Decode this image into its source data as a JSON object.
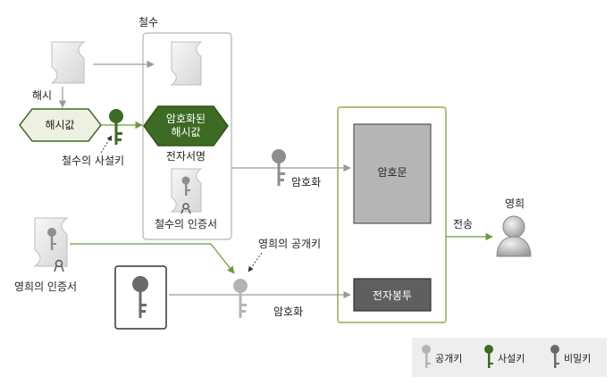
{
  "cheolsu": {
    "title": "철수",
    "hash_label": "해시",
    "hash_value": "해시값",
    "encrypted_hash_line1": "암호화된",
    "encrypted_hash_line2": "해시값",
    "signature": "전자서명",
    "private_key": "철수의 사설키",
    "certificate": "철수의 인증서"
  },
  "flow": {
    "encrypt_1": "암호화",
    "encrypt_2": "암호화",
    "transmit": "전송",
    "recipient_cert": "영희의 인증서",
    "recipient_public_key": "영희의 공개키"
  },
  "envelope": {
    "ciphertext": "암호문",
    "digital_envelope": "전자봉투"
  },
  "recipient": {
    "name": "영희"
  },
  "legend": {
    "public_key": "공개키",
    "private_key": "사설키",
    "secret_key": "비밀키"
  },
  "colors": {
    "green": "#3d6b24",
    "dark_green": "#2f5516",
    "green_light": "#eef1e2",
    "green_border": "#8aab5c",
    "gray_key": "#8e8e8e",
    "dark_key": "#5a5a5a"
  }
}
